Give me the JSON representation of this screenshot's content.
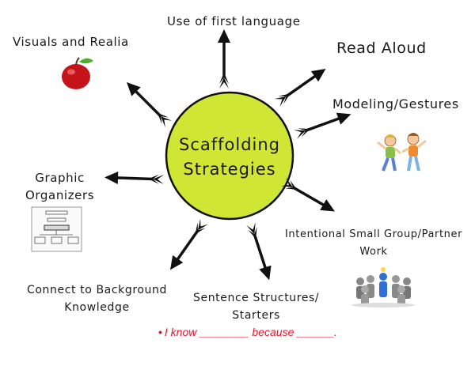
{
  "center": {
    "line1": "Scaffolding",
    "line2": "Strategies",
    "fill_color": "#cfe635"
  },
  "labels": {
    "first_language": "Use of first language",
    "visuals_realia": "Visuals and Realia",
    "read_aloud": "Read Aloud",
    "modeling_gestures": "Modeling/Gestures",
    "graphic_organizers": {
      "line1": "Graphic",
      "line2": "Organizers"
    },
    "small_group": {
      "line1": "Intentional Small Group/Partner",
      "line2": "Work"
    },
    "background_knowledge": {
      "line1": "Connect to Background",
      "line2": "Knowledge"
    },
    "sentence_structures": {
      "line1": "Sentence Structures/",
      "line2": "Starters"
    }
  },
  "example_sentence": {
    "text": "I know ________ because ______.",
    "color": "#e8122a"
  },
  "icons": [
    "apple-icon",
    "children-gesturing-icon",
    "graphic-organizer-icon",
    "people-group-icon"
  ]
}
